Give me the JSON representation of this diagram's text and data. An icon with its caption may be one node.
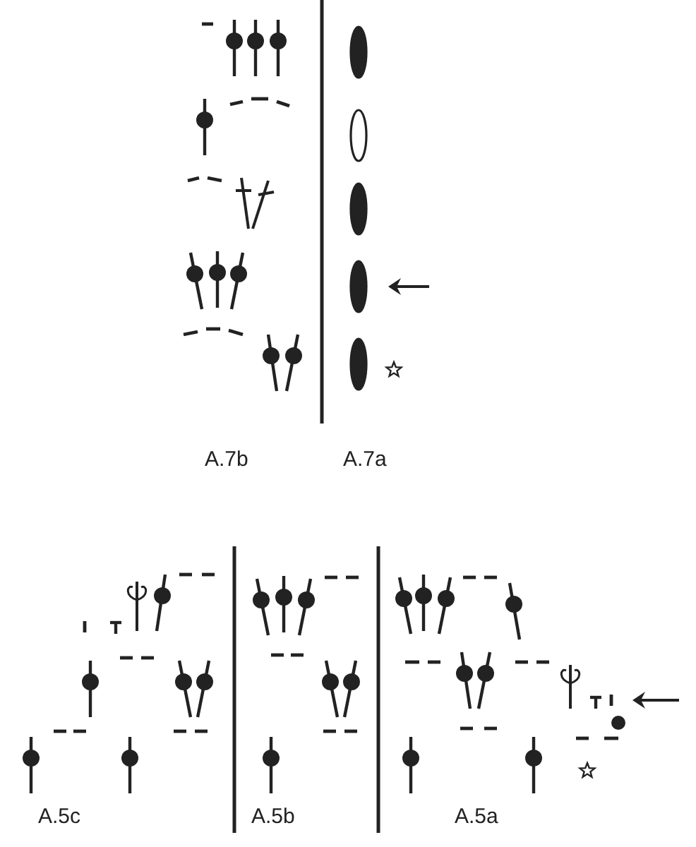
{
  "diagram": {
    "labels": [
      "A.7b",
      "A.7a",
      "A.5c",
      "A.5b",
      "A.5a"
    ]
  }
}
